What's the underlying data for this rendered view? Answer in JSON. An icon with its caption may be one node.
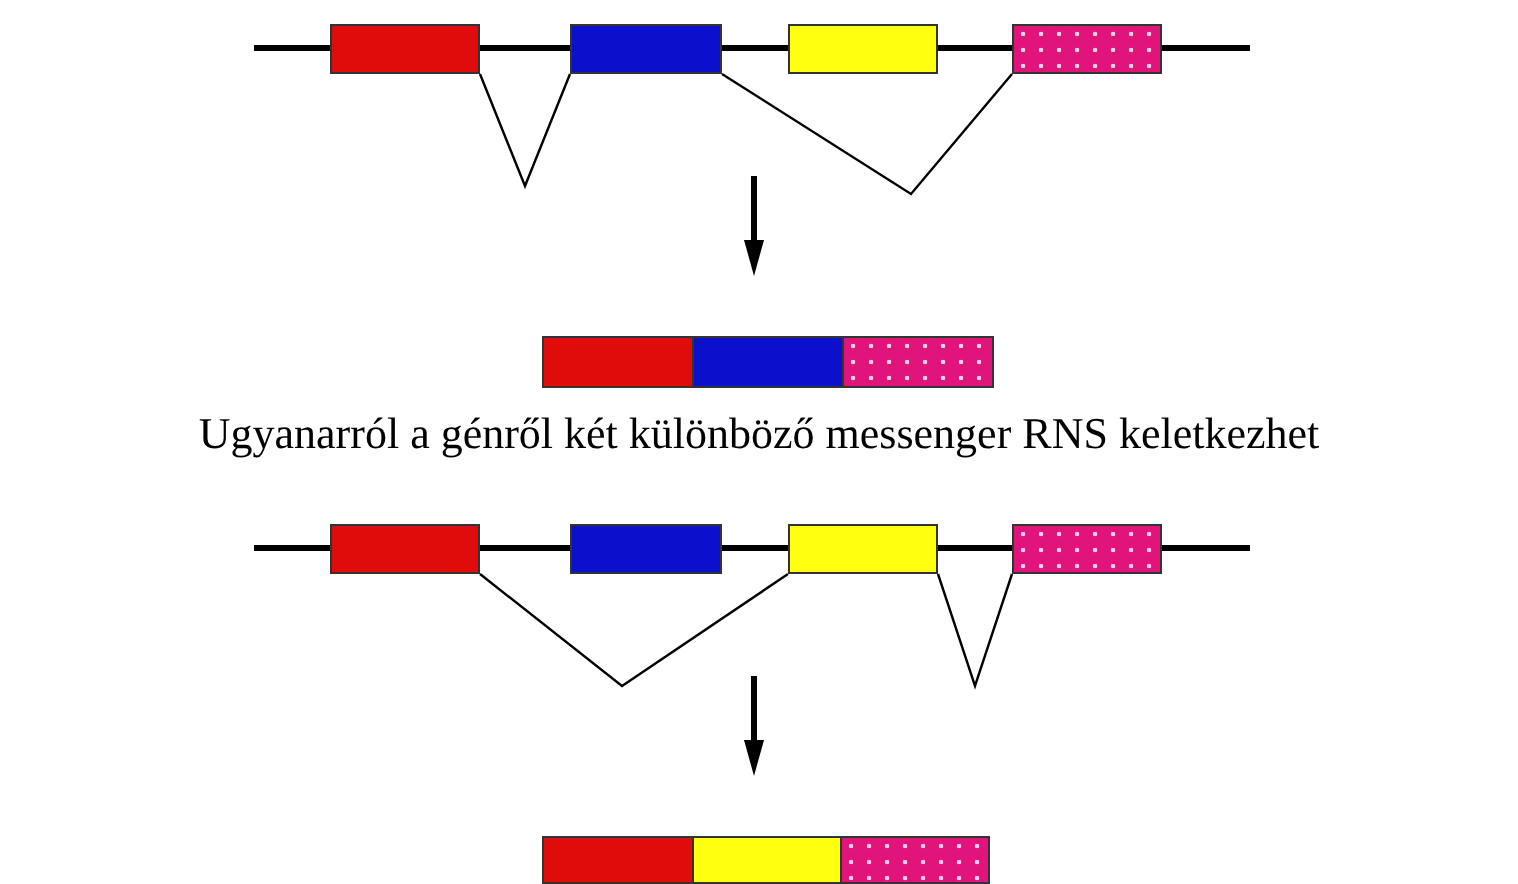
{
  "diagram": {
    "nodes": [
      {
        "text": [],
        "shape": "box"
      },
      {
        "text": [],
        "shape": "box"
      },
      {
        "text": [],
        "shape": "box"
      },
      {
        "text": [],
        "shape": "box"
      },
      {
        "text": [],
        "shape": "box"
      },
      {
        "text": [],
        "shape": "box"
      },
      {
        "text": [],
        "shape": "box"
      },
      {
        "text": [],
        "shape": "box"
      },
      {
        "text": [],
        "shape": "box"
      },
      {
        "text": [],
        "shape": "box"
      },
      {
        "text": [],
        "shape": "box"
      },
      {
        "text": [],
        "shape": "box"
      },
      {
        "text": [],
        "shape": "box"
      },
      {
        "text": [],
        "shape": "box"
      }
    ],
    "edges": [
      {
        "from": 0,
        "to": 1,
        "arrow": "none"
      },
      {
        "from": 1,
        "to": 3,
        "arrow": "none"
      },
      {
        "from": 7,
        "to": 9,
        "arrow": "none"
      },
      {
        "from": 9,
        "to": 10,
        "arrow": "none"
      }
    ],
    "labels": [
      "Ugyanarról a génről két különböző messenger RNS keletkezhet"
    ]
  }
}
